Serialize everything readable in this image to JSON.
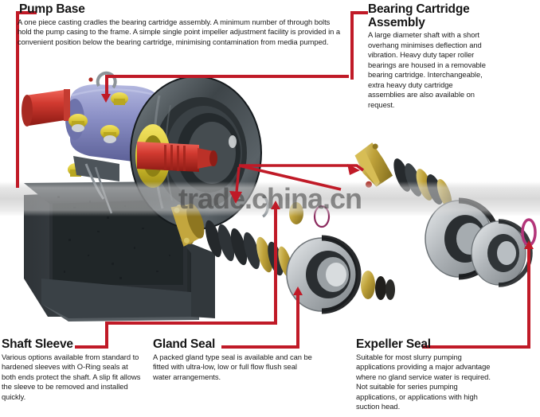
{
  "page": {
    "watermark": "trade.china.cn",
    "accent_color": "#C01A27",
    "text_color": "#1a1a1a",
    "background": "#ffffff"
  },
  "callouts": [
    {
      "id": "pump-base",
      "title": "Pump Base",
      "body": "A one piece casting cradles the bearing cartridge assembly. A minimum number of through bolts hold the pump casing to the frame. A simple single point impeller adjustment facility is provided in a convenient position below the bearing cartridge, minimising contamination from media pumped."
    },
    {
      "id": "bearing-cartridge-assembly",
      "title": "Bearing Cartridge\nAssembly",
      "body": "A large diameter shaft with a short overhang minimises deflection and vibration. Heavy duty taper roller bearings are housed in a removable bearing cartridge. Interchangeable, extra heavy duty cartridge assemblies are also available on request."
    },
    {
      "id": "shaft-sleeve",
      "title": "Shaft Sleeve",
      "body": "Various options available from standard to hardened sleeves with O-Ring seals at both ends protect the shaft. A slip fit allows the sleeve to be removed and installed quickly."
    },
    {
      "id": "gland-seal",
      "title": "Gland Seal",
      "body": "A packed gland type seal is available and can be fitted with ultra-low, low or full flow flush seal water arrangements."
    },
    {
      "id": "expeller-seal",
      "title": "Expeller Seal",
      "body": "Suitable for most slurry pumping applications providing a major advantage where no gland service water is required. Not suitable for series pumping applications, or applications with high suction head."
    }
  ],
  "diagram": {
    "type": "exploded-assembly-illustration",
    "subject": "slurry pump exploded view",
    "parts": [
      "pump base frame casting",
      "bearing cartridge housing",
      "volute pump casing",
      "impeller shaft",
      "shaft sleeve",
      "gland seal packing rings",
      "expeller seal ring",
      "lantern restrictor",
      "O-ring seals",
      "adjusting bolts"
    ],
    "part_colors": {
      "frame": "#3d4348",
      "cartridge_housing": "#8e93c8",
      "casing": "#41484b",
      "shaft": "#c9302c",
      "brass_parts": "#b89a32",
      "seal_rings": "#b9bcbe",
      "oring": "#b3357a",
      "bolts": "#d8c93f"
    }
  }
}
